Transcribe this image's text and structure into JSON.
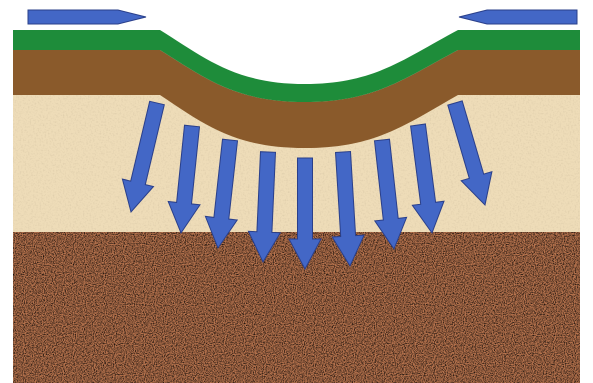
{
  "diagram": {
    "kind": "soil-infiltration-cross-section",
    "colors": {
      "background": "#ffffff",
      "grass": "#1e8c3a",
      "topsoil": "#8a5a2b",
      "sand_layer": "#eedcb8",
      "lower_soil": "#b8744e",
      "arrow_fill": "#4367c6",
      "arrow_stroke": "#2a3f8a"
    },
    "surface_flow_arrows": [
      {
        "name": "left-surface-flow-arrow",
        "direction": "right"
      },
      {
        "name": "right-surface-flow-arrow",
        "direction": "left"
      }
    ],
    "infiltration_arrow_count": 9
  }
}
